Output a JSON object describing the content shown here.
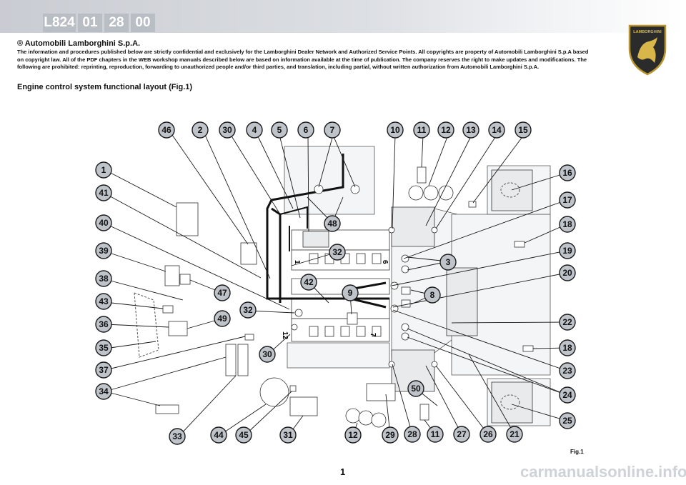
{
  "header": {
    "codes": [
      "L824",
      "01",
      "28",
      "00"
    ],
    "logo": "lamborghini-shield-logo",
    "logo_text": "LAMBORGHINI"
  },
  "intro": {
    "company": "® Automobili Lamborghini S.p.A.",
    "text": "The information and procedures published below are strictly confidential and exclusively for the Lamborghini Dealer Network and Authorized Service Points. All copyrights are property of Automobili Lamborghini S.p.A based on copyright law. All of the PDF chapters in the WEB workshop manuals described below are based on information available at the time of publication. The company reserves the right to make updates and modifications. The following are prohibited: reprinting, reproduction, forwarding to unauthorized people and/or third parties, and translation, including partial, without written authorization from Automobili Lamborghini S.p.A."
  },
  "section_title": "Engine control system functional layout  (Fig.1)",
  "figure": {
    "label": "Fig.1",
    "cylinder_labels": [
      "1",
      "6",
      "12",
      "7"
    ],
    "callouts": [
      "46",
      "2",
      "30",
      "4",
      "5",
      "6",
      "7",
      "10",
      "11",
      "12",
      "13",
      "14",
      "15",
      "1",
      "41",
      "40",
      "39",
      "38",
      "43",
      "36",
      "35",
      "37",
      "34",
      "16",
      "17",
      "18",
      "19",
      "20",
      "22",
      "18",
      "23",
      "24",
      "25",
      "48",
      "32",
      "3",
      "42",
      "9",
      "8",
      "32",
      "47",
      "49",
      "30",
      "50",
      "33",
      "44",
      "45",
      "31",
      "12",
      "29",
      "28",
      "11",
      "27",
      "26",
      "21"
    ]
  },
  "page_number": "1",
  "watermark": "carmanualsonline.info"
}
